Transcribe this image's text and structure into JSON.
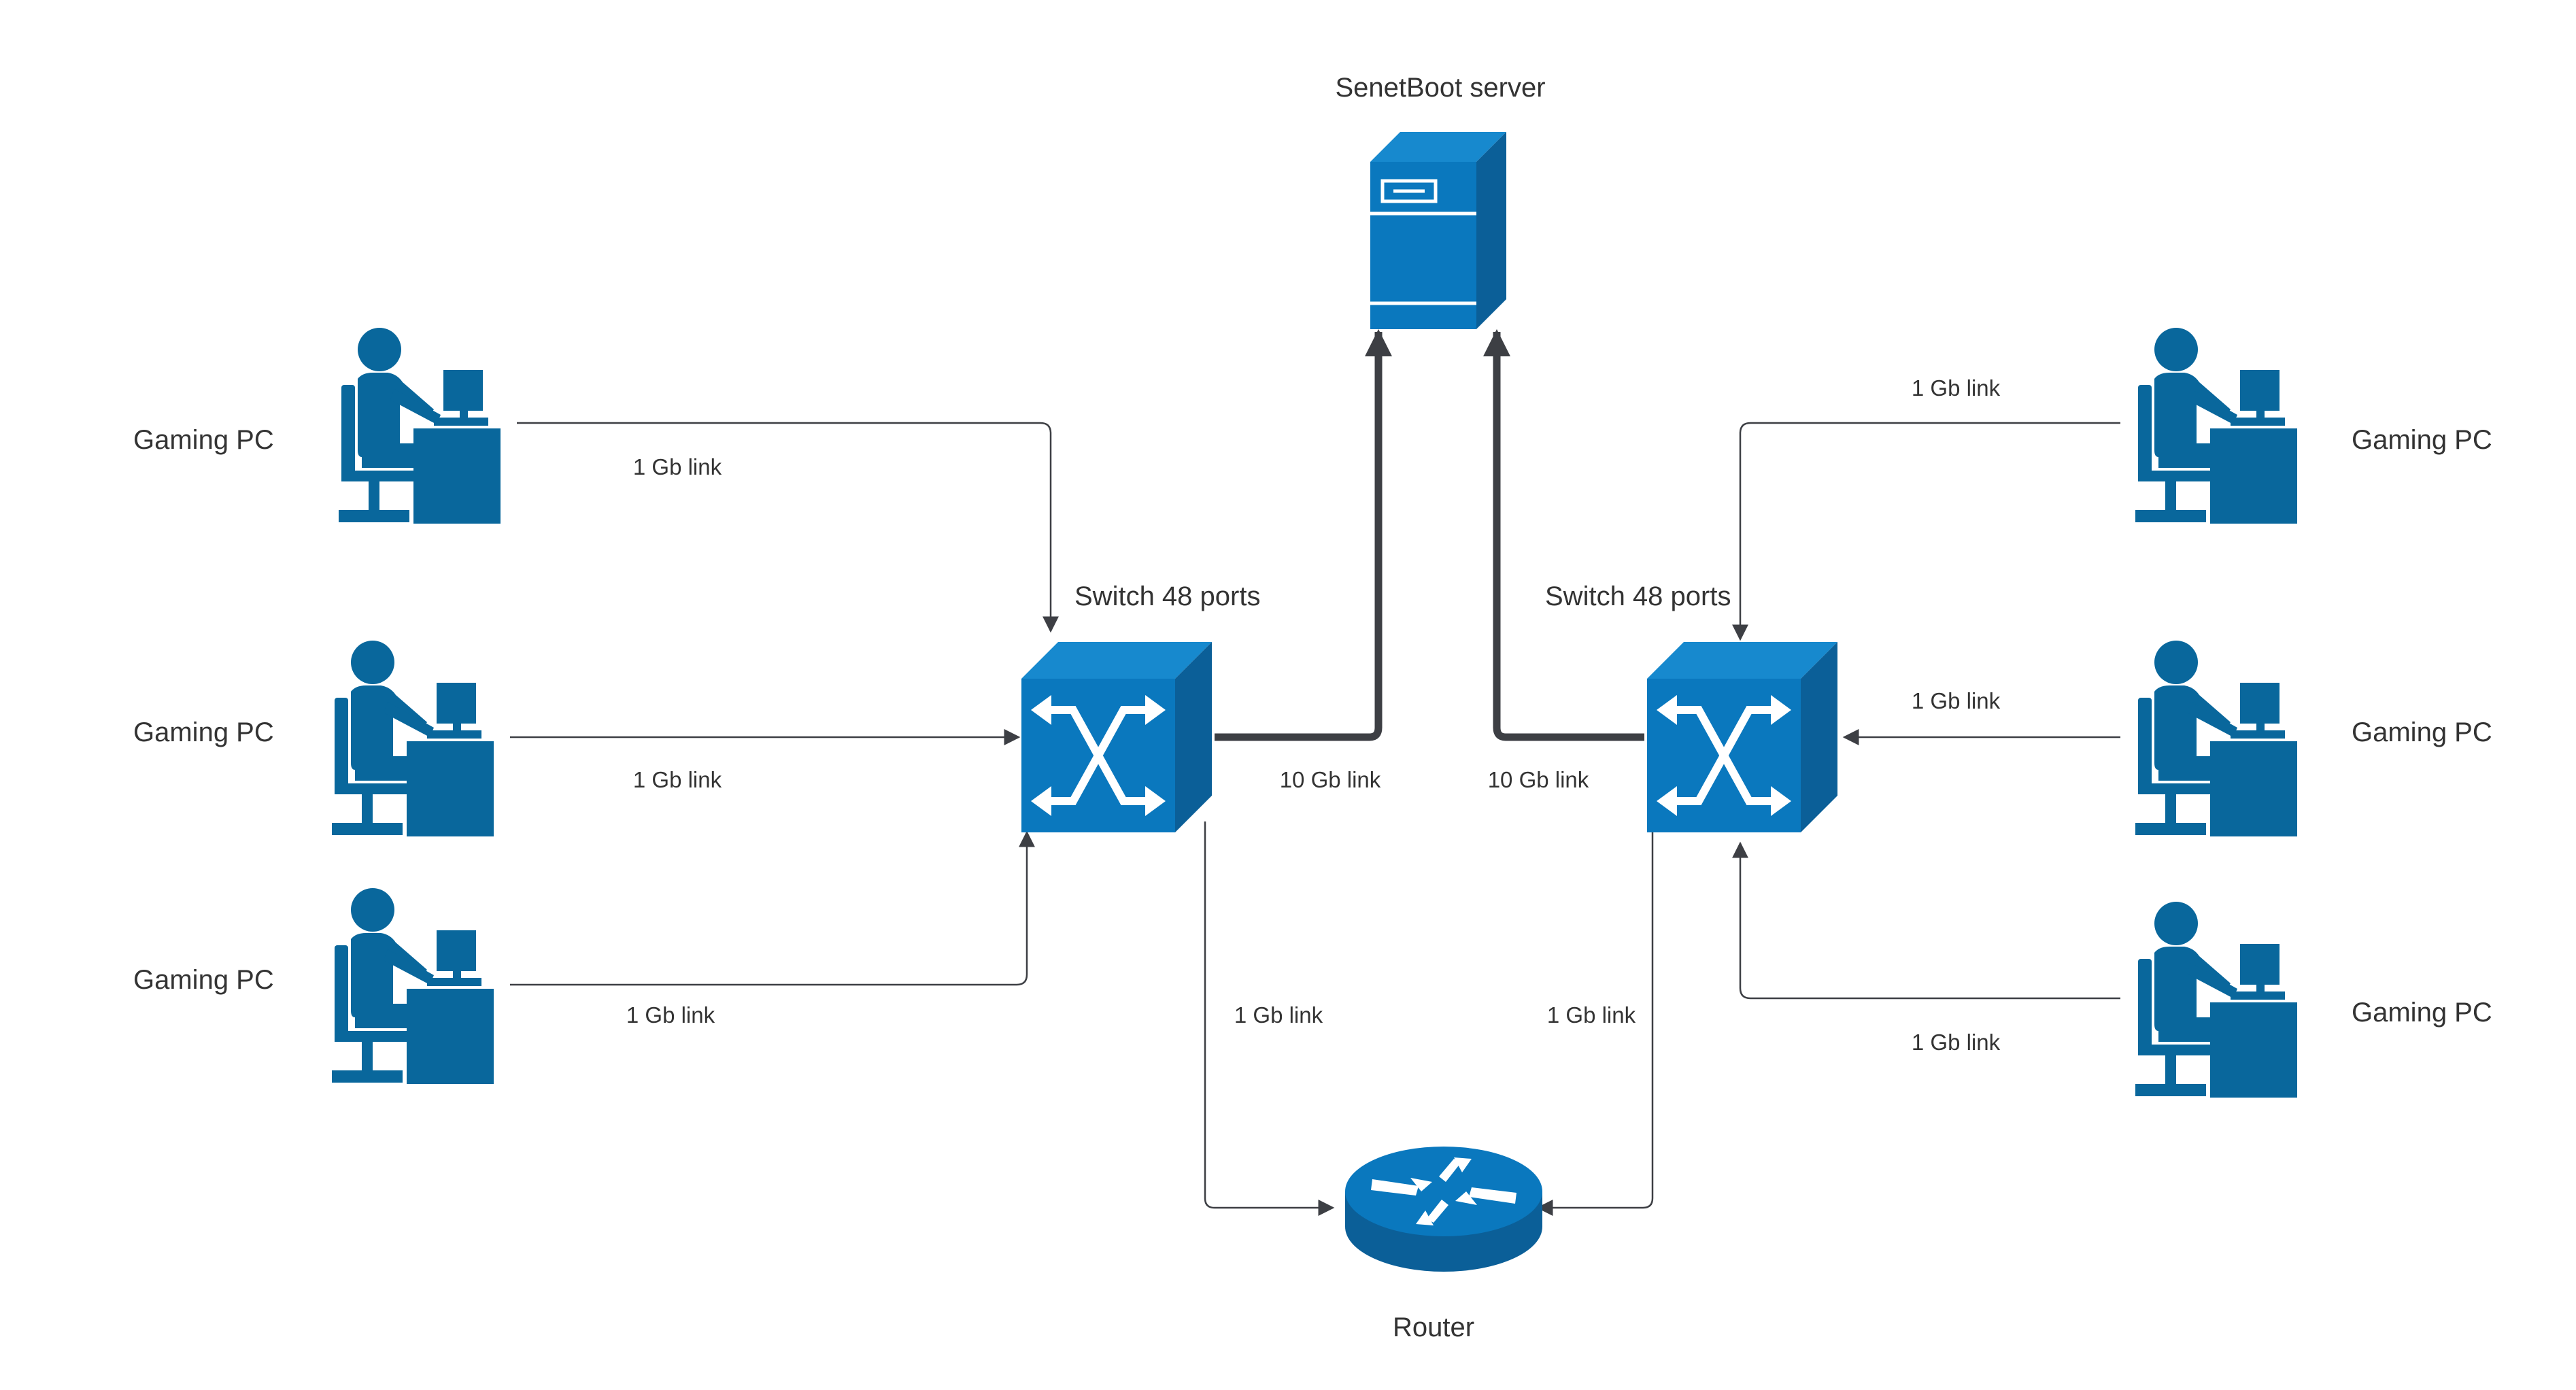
{
  "nodes": {
    "server": {
      "label": "SenetBoot server"
    },
    "switch_left": {
      "label": "Switch 48 ports"
    },
    "switch_right": {
      "label": "Switch 48 ports"
    },
    "router": {
      "label": "Router"
    },
    "pcs": [
      {
        "label": "Gaming PC"
      },
      {
        "label": "Gaming PC"
      },
      {
        "label": "Gaming PC"
      },
      {
        "label": "Gaming PC"
      },
      {
        "label": "Gaming PC"
      },
      {
        "label": "Gaming PC"
      }
    ]
  },
  "links": [
    {
      "label": "1 Gb link"
    },
    {
      "label": "1 Gb link"
    },
    {
      "label": "1 Gb link"
    },
    {
      "label": "1 Gb link"
    },
    {
      "label": "1 Gb link"
    },
    {
      "label": "1 Gb link"
    },
    {
      "label": "10 Gb link"
    },
    {
      "label": "10 Gb link"
    },
    {
      "label": "1 Gb link"
    },
    {
      "label": "1 Gb link"
    }
  ],
  "colors": {
    "device_primary": "#0a78be",
    "device_side": "#0b5f98",
    "device_top": "#1789ce",
    "person_fill": "#09679c",
    "line": "#3d3f44",
    "text": "#333333"
  },
  "icons": {
    "pc": "person-at-computer-icon",
    "switch": "network-switch-icon",
    "server": "server-tower-icon",
    "router": "router-icon"
  }
}
